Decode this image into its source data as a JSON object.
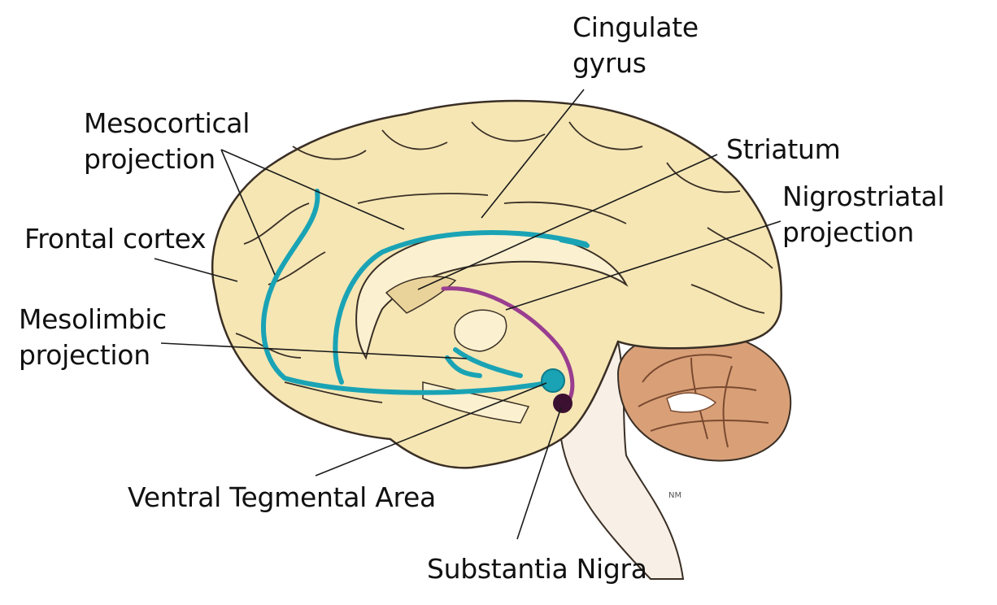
{
  "labels": {
    "cingulate_gyrus": [
      "Cingulate",
      "gyrus"
    ],
    "mesocortical_projection": [
      "Mesocortical",
      "projection"
    ],
    "striatum": "Striatum",
    "nigrostriatal_projection": [
      "Nigrostriatal",
      "projection"
    ],
    "frontal_cortex": "Frontal cortex",
    "mesolimbic_projection": [
      "Mesolimbic",
      "projection"
    ],
    "ventral_tegmental_area": "Ventral Tegmental Area",
    "substantia_nigra": "Substantia Nigra"
  },
  "artist_signature": "NM",
  "colors": {
    "brain_fill": "#f5e6b4",
    "brain_outline": "#3a2f25",
    "cerebellum": "#c98a62",
    "brainstem": "#f8efe6",
    "dopamine_pathway_teal": "#1aa3b5",
    "nigrostriatal_purple": "#9a3d8f",
    "substantia_nigra_dark": "#3b1030"
  }
}
